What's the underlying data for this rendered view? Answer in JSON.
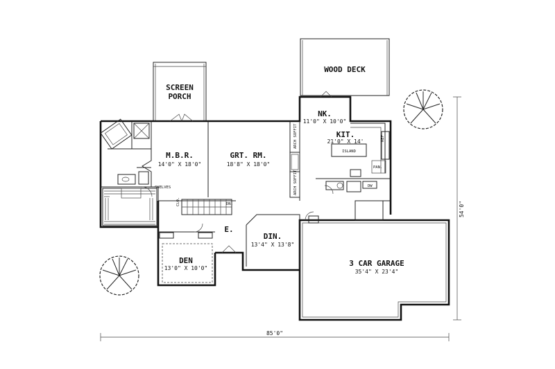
{
  "rooms": {
    "wood_deck": {
      "name": "WOOD DECK"
    },
    "screen_porch": {
      "name_line1": "SCREEN",
      "name_line2": "PORCH"
    },
    "nook": {
      "name": "NK.",
      "size": "11'0\" X 10'0\""
    },
    "kitchen": {
      "name": "KIT.",
      "size": "21'0\" X 14'"
    },
    "island": {
      "name": "ISLAND"
    },
    "mbr": {
      "name": "M.B.R.",
      "size": "14'0\" X 18'0\""
    },
    "great_room": {
      "name": "GRT. RM.",
      "size": "18'8\" X 18'0\""
    },
    "dining": {
      "name": "DIN.",
      "size": "13'4\" X 13'8\""
    },
    "den": {
      "name": "DEN",
      "size": "13'0\" X 10'0\""
    },
    "entry": {
      "name": "E."
    },
    "garage": {
      "name": "3 CAR GARAGE",
      "size": "35'4\" X 23'4\""
    }
  },
  "notes": {
    "shelves": "SHELVES",
    "closet": "CLO.",
    "down": "DN.",
    "pantry": "PAN.",
    "arch_soffit_top": "ARCH SOFFIT",
    "arch_soffit_bottom": "ARCH SOFFIT",
    "dw": "DW",
    "ref": "REF"
  },
  "dimensions": {
    "overall_width": "85'0\"",
    "overall_depth": "54'0\""
  }
}
